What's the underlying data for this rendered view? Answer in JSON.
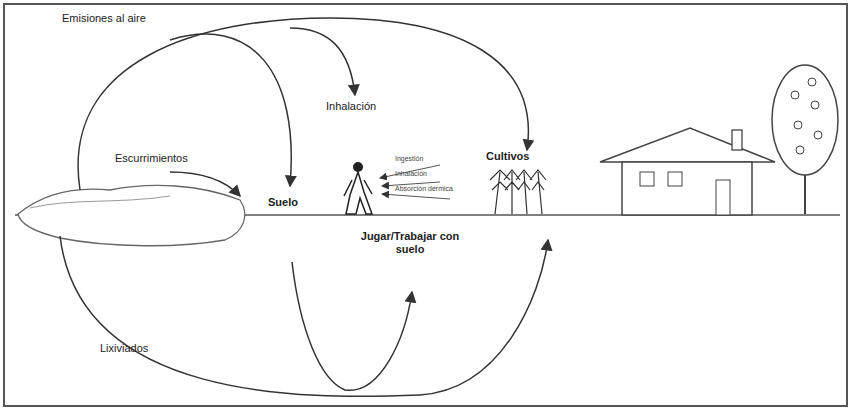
{
  "diagram": {
    "labels": [
      "Emisiones al aire",
      "Inhalación",
      "Escurrimientos",
      "Suelo",
      "Cultivos",
      "Jugar/Trabajar con suelo",
      "Lixiviados",
      "Ingestión",
      "Inhalación",
      "Absorción dérmica"
    ]
  }
}
